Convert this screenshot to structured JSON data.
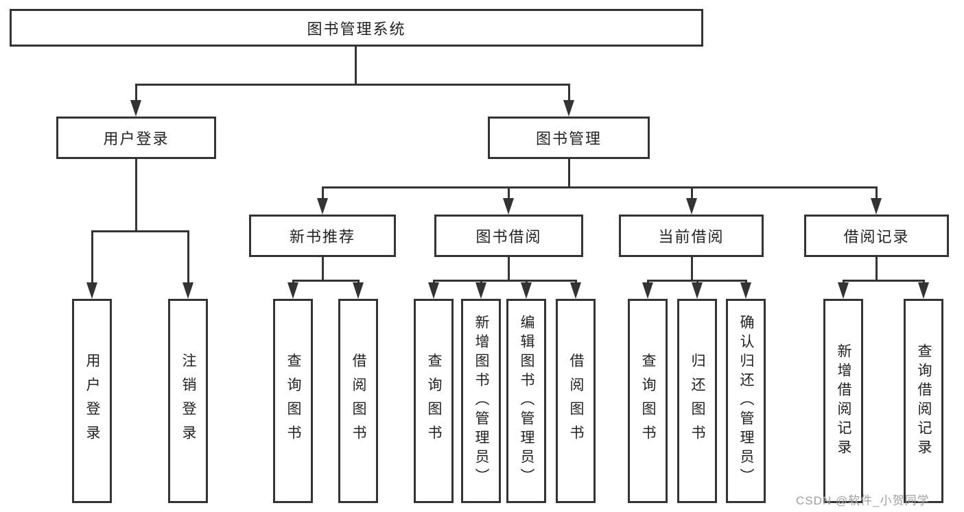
{
  "diagram": {
    "root": {
      "label": "图书管理系统"
    },
    "level2": [
      {
        "label": "用户登录"
      },
      {
        "label": "图书管理"
      }
    ],
    "level3": [
      {
        "label": "新书推荐"
      },
      {
        "label": "图书借阅"
      },
      {
        "label": "当前借阅"
      },
      {
        "label": "借阅记录"
      }
    ],
    "leaves": {
      "user_login": [
        "用户登录",
        "注销登录"
      ],
      "new_book": [
        "查询图书",
        "借阅图书"
      ],
      "book_borrow": [
        "查询图书",
        "新增图书（管理员）",
        "编辑图书（管理员）",
        "借阅图书"
      ],
      "current_borrow": [
        "查询图书",
        "归还图书",
        "确认归还（管理员）"
      ],
      "borrow_record": [
        "新增借阅记录",
        "查询借阅记录"
      ]
    }
  },
  "watermark": "CSDN @软件_小贺同学",
  "colors": {
    "line": "#333333",
    "text": "#222222",
    "watermark_text": "#9e9e9e",
    "background": "#ffffff"
  }
}
